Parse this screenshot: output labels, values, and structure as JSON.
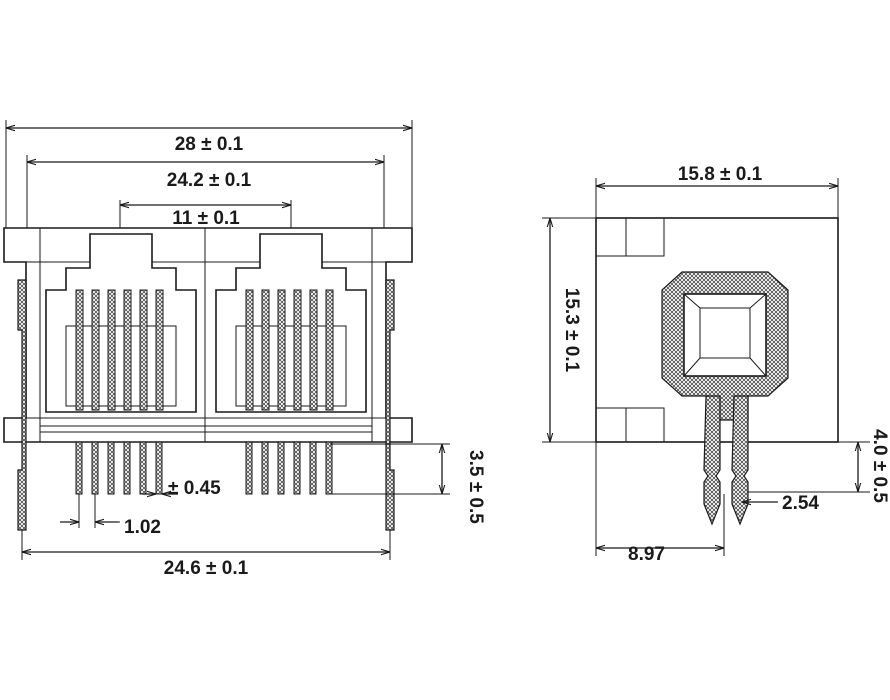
{
  "front_view": {
    "dims": {
      "overall_width": "28 ± 0.1",
      "inner_width": "24.2 ± 0.1",
      "port_pitch": "11 ± 0.1",
      "pcb_peg_span": "24.6 ± 0.1",
      "pin_pitch": "1.02",
      "pin_width": "± 0.45",
      "pin_height": "3.5 ± 0.5"
    }
  },
  "side_view": {
    "dims": {
      "depth": "15.8 ± 0.1",
      "height": "15.3 ± 0.1",
      "leg_length": "4.0 ± 0.5",
      "pin_offset": "8.97",
      "pin_spacing": "2.54"
    }
  }
}
